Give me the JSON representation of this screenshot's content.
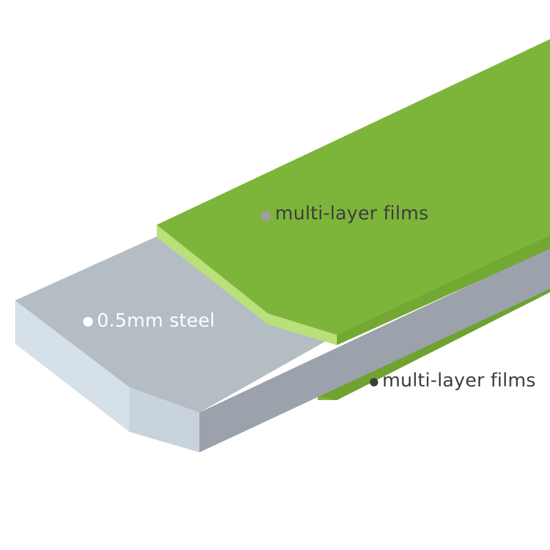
{
  "labels": {
    "top_film": "multi-layer films",
    "steel": "0.5mm steel",
    "bottom_film": "multi-layer films"
  },
  "colors": {
    "background": "#ffffff",
    "film_green": "#7db53a",
    "film_highlight": "#b9e07a",
    "steel_top": "#b4bcc4",
    "steel_front": "#d5e0e8",
    "steel_side": "#9ba2ab",
    "label_text_dark": "#3d3d3d",
    "label_text_light": "#ffffff",
    "dot_top_film": "#9e9e9e",
    "dot_bottom_film": "#3d3d3d",
    "dot_steel": "#ffffff"
  }
}
